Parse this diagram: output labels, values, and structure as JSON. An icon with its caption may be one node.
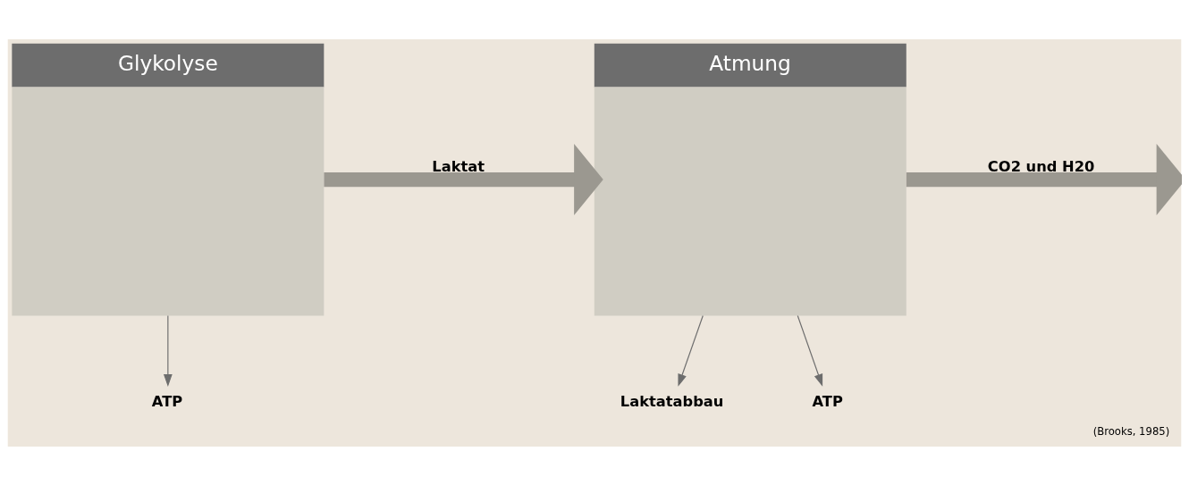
{
  "diagram": {
    "caption": "(Brooks, 1985)",
    "nodes": [
      {
        "text": [
          "Glykolyse"
        ]
      },
      {
        "text": [
          "Atmung"
        ]
      },
      {
        "text": [
          "ATP"
        ]
      },
      {
        "text": [
          "Laktatabbau"
        ]
      },
      {
        "text": [
          "ATP"
        ]
      }
    ],
    "edges": [
      {
        "from": 0,
        "to": 1,
        "arrow": "to",
        "label": "Laktat",
        "style": "thick",
        "color": "#9b9890"
      },
      {
        "from": 1,
        "to": null,
        "arrow": "to",
        "label": "CO2 und H20",
        "style": "thick",
        "color": "#9b9890"
      },
      {
        "from": 0,
        "to": 2,
        "arrow": "to"
      },
      {
        "from": 1,
        "to": 3,
        "arrow": "to"
      },
      {
        "from": 1,
        "to": 4,
        "arrow": "to"
      }
    ]
  }
}
